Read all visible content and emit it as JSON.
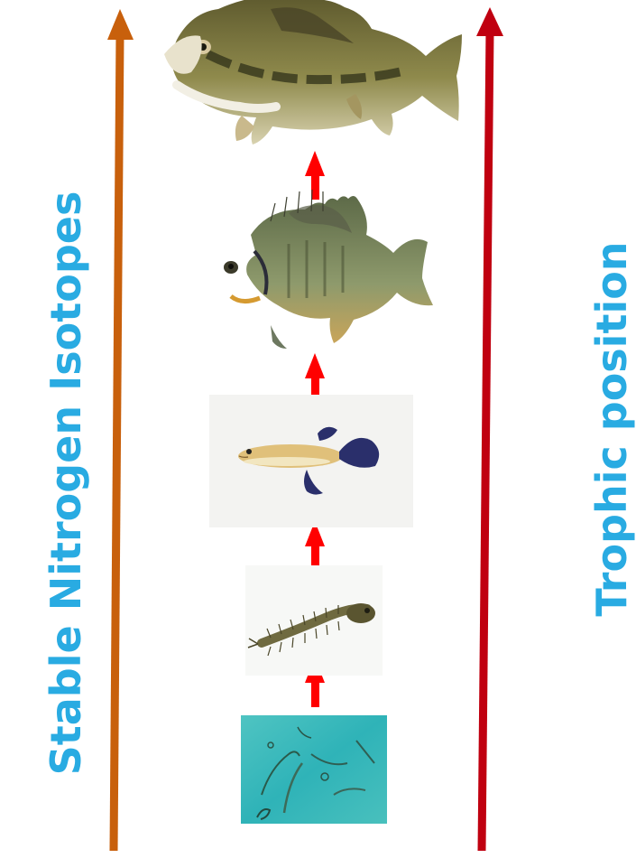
{
  "labels": {
    "left": "Stable Nitrogen Isotopes",
    "right": "Trophic position"
  },
  "colors": {
    "label_text": "#29abe2",
    "left_arrow": "#c8600c",
    "right_arrow": "#c00010",
    "step_arrows": "#ff0000"
  },
  "food_chain": [
    {
      "name": "algae-image",
      "level": 1
    },
    {
      "name": "mosquito-larva-image",
      "level": 2
    },
    {
      "name": "mosquitofish-image",
      "level": 3
    },
    {
      "name": "bluegill-image",
      "level": 4
    },
    {
      "name": "largemouth-bass-image",
      "level": 5
    }
  ]
}
